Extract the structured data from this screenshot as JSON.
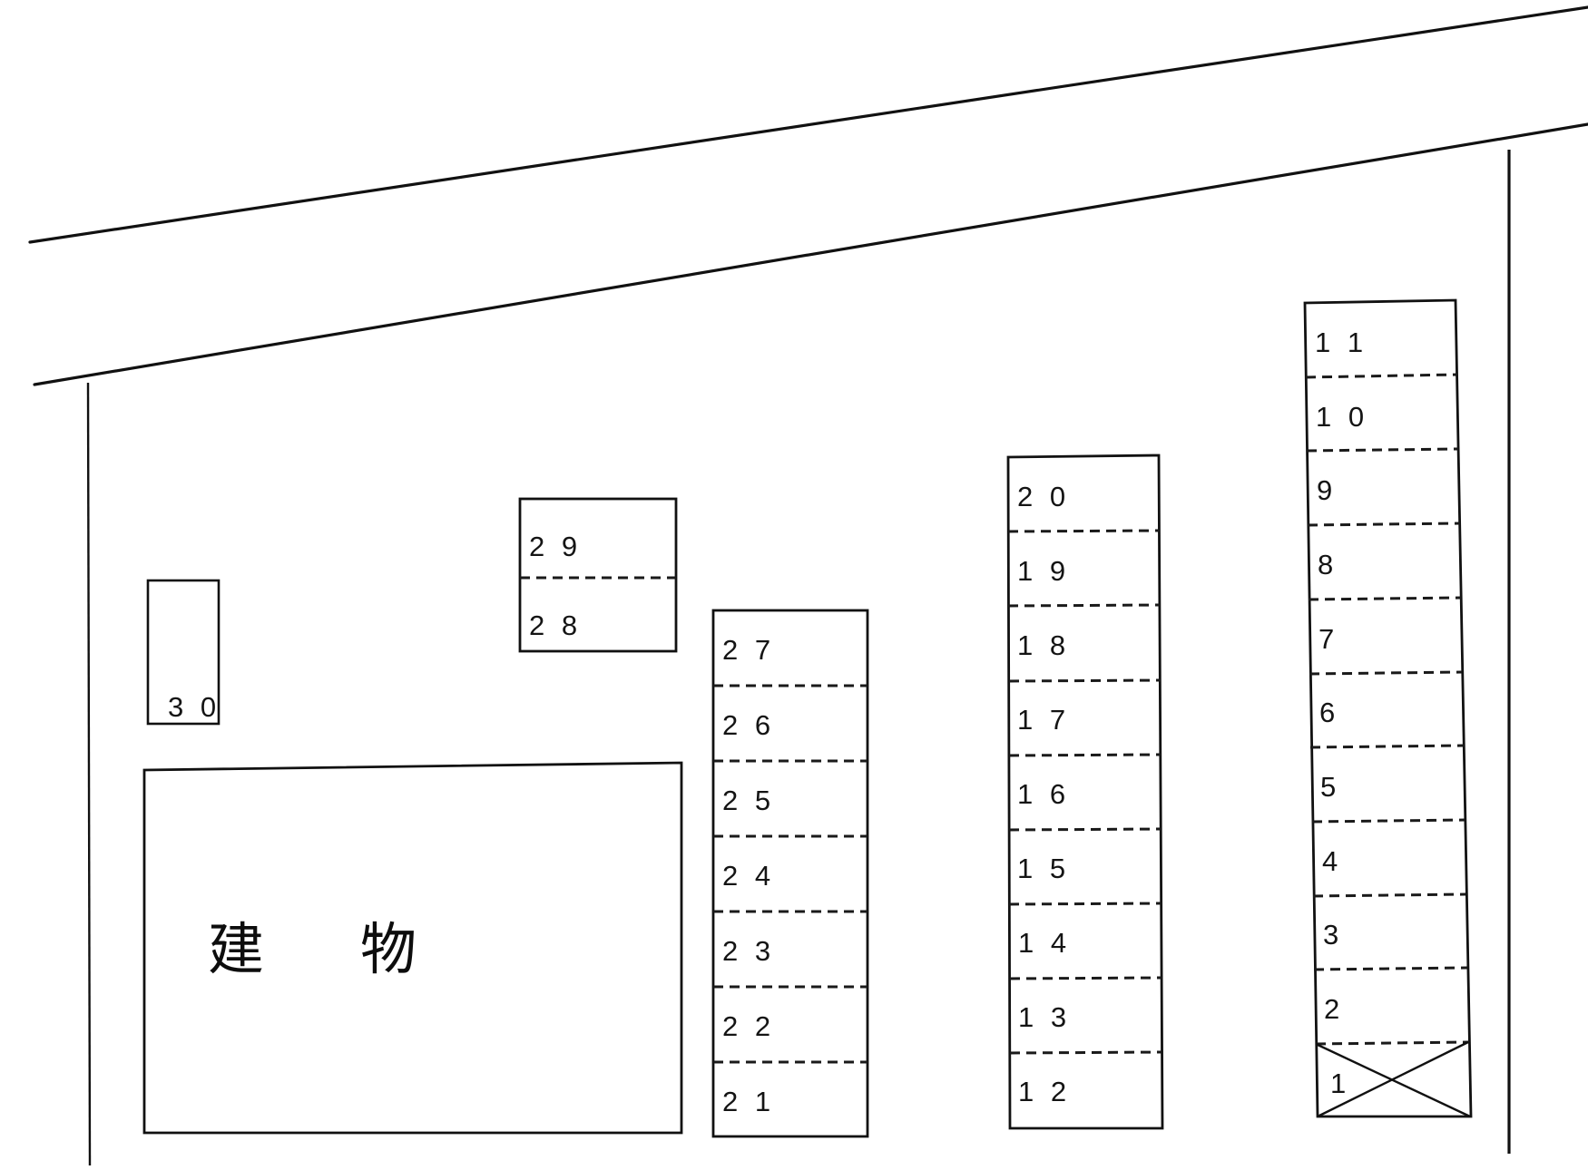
{
  "plan": {
    "title_text": "",
    "building": {
      "label": "建　物",
      "name": "building-block"
    },
    "stall_label_format": "spaced-digits",
    "colors": {
      "ink": "#141414",
      "paper": "#ffffff",
      "solid_line": "#111111",
      "dashed_line": "#1a1a1a"
    },
    "roads": [
      {
        "name": "upper-road-edge",
        "label": ""
      },
      {
        "name": "lower-road-edge",
        "label": ""
      }
    ],
    "boundaries": [
      {
        "name": "left-boundary-line",
        "label": ""
      },
      {
        "name": "right-boundary-line",
        "label": ""
      }
    ],
    "blocks": [
      {
        "name": "stall-block-single-30",
        "orientation": "vertical",
        "stalls": [
          {
            "number": "3 0",
            "crossed_out": false
          }
        ]
      },
      {
        "name": "stall-block-28-29",
        "orientation": "vertical",
        "stalls": [
          {
            "number": "2 9",
            "crossed_out": false
          },
          {
            "number": "2 8",
            "crossed_out": false
          }
        ]
      },
      {
        "name": "stall-block-21-27",
        "orientation": "vertical",
        "stalls": [
          {
            "number": "2 7",
            "crossed_out": false
          },
          {
            "number": "2 6",
            "crossed_out": false
          },
          {
            "number": "2 5",
            "crossed_out": false
          },
          {
            "number": "2 4",
            "crossed_out": false
          },
          {
            "number": "2 3",
            "crossed_out": false
          },
          {
            "number": "2 2",
            "crossed_out": false
          },
          {
            "number": "2 1",
            "crossed_out": false
          }
        ]
      },
      {
        "name": "stall-block-12-20",
        "orientation": "vertical",
        "stalls": [
          {
            "number": "2 0",
            "crossed_out": false
          },
          {
            "number": "1 9",
            "crossed_out": false
          },
          {
            "number": "1 8",
            "crossed_out": false
          },
          {
            "number": "1 7",
            "crossed_out": false
          },
          {
            "number": "1 6",
            "crossed_out": false
          },
          {
            "number": "1 5",
            "crossed_out": false
          },
          {
            "number": "1 4",
            "crossed_out": false
          },
          {
            "number": "1 3",
            "crossed_out": false
          },
          {
            "number": "1 2",
            "crossed_out": false
          }
        ]
      },
      {
        "name": "stall-block-1-11",
        "orientation": "vertical",
        "stalls": [
          {
            "number": "1 1",
            "crossed_out": false
          },
          {
            "number": "1 0",
            "crossed_out": false
          },
          {
            "number": "9",
            "crossed_out": false
          },
          {
            "number": "8",
            "crossed_out": false
          },
          {
            "number": "7",
            "crossed_out": false
          },
          {
            "number": "6",
            "crossed_out": false
          },
          {
            "number": "5",
            "crossed_out": false
          },
          {
            "number": "4",
            "crossed_out": false
          },
          {
            "number": "3",
            "crossed_out": false
          },
          {
            "number": "2",
            "crossed_out": false
          },
          {
            "number": "1",
            "crossed_out": true
          }
        ]
      }
    ]
  }
}
